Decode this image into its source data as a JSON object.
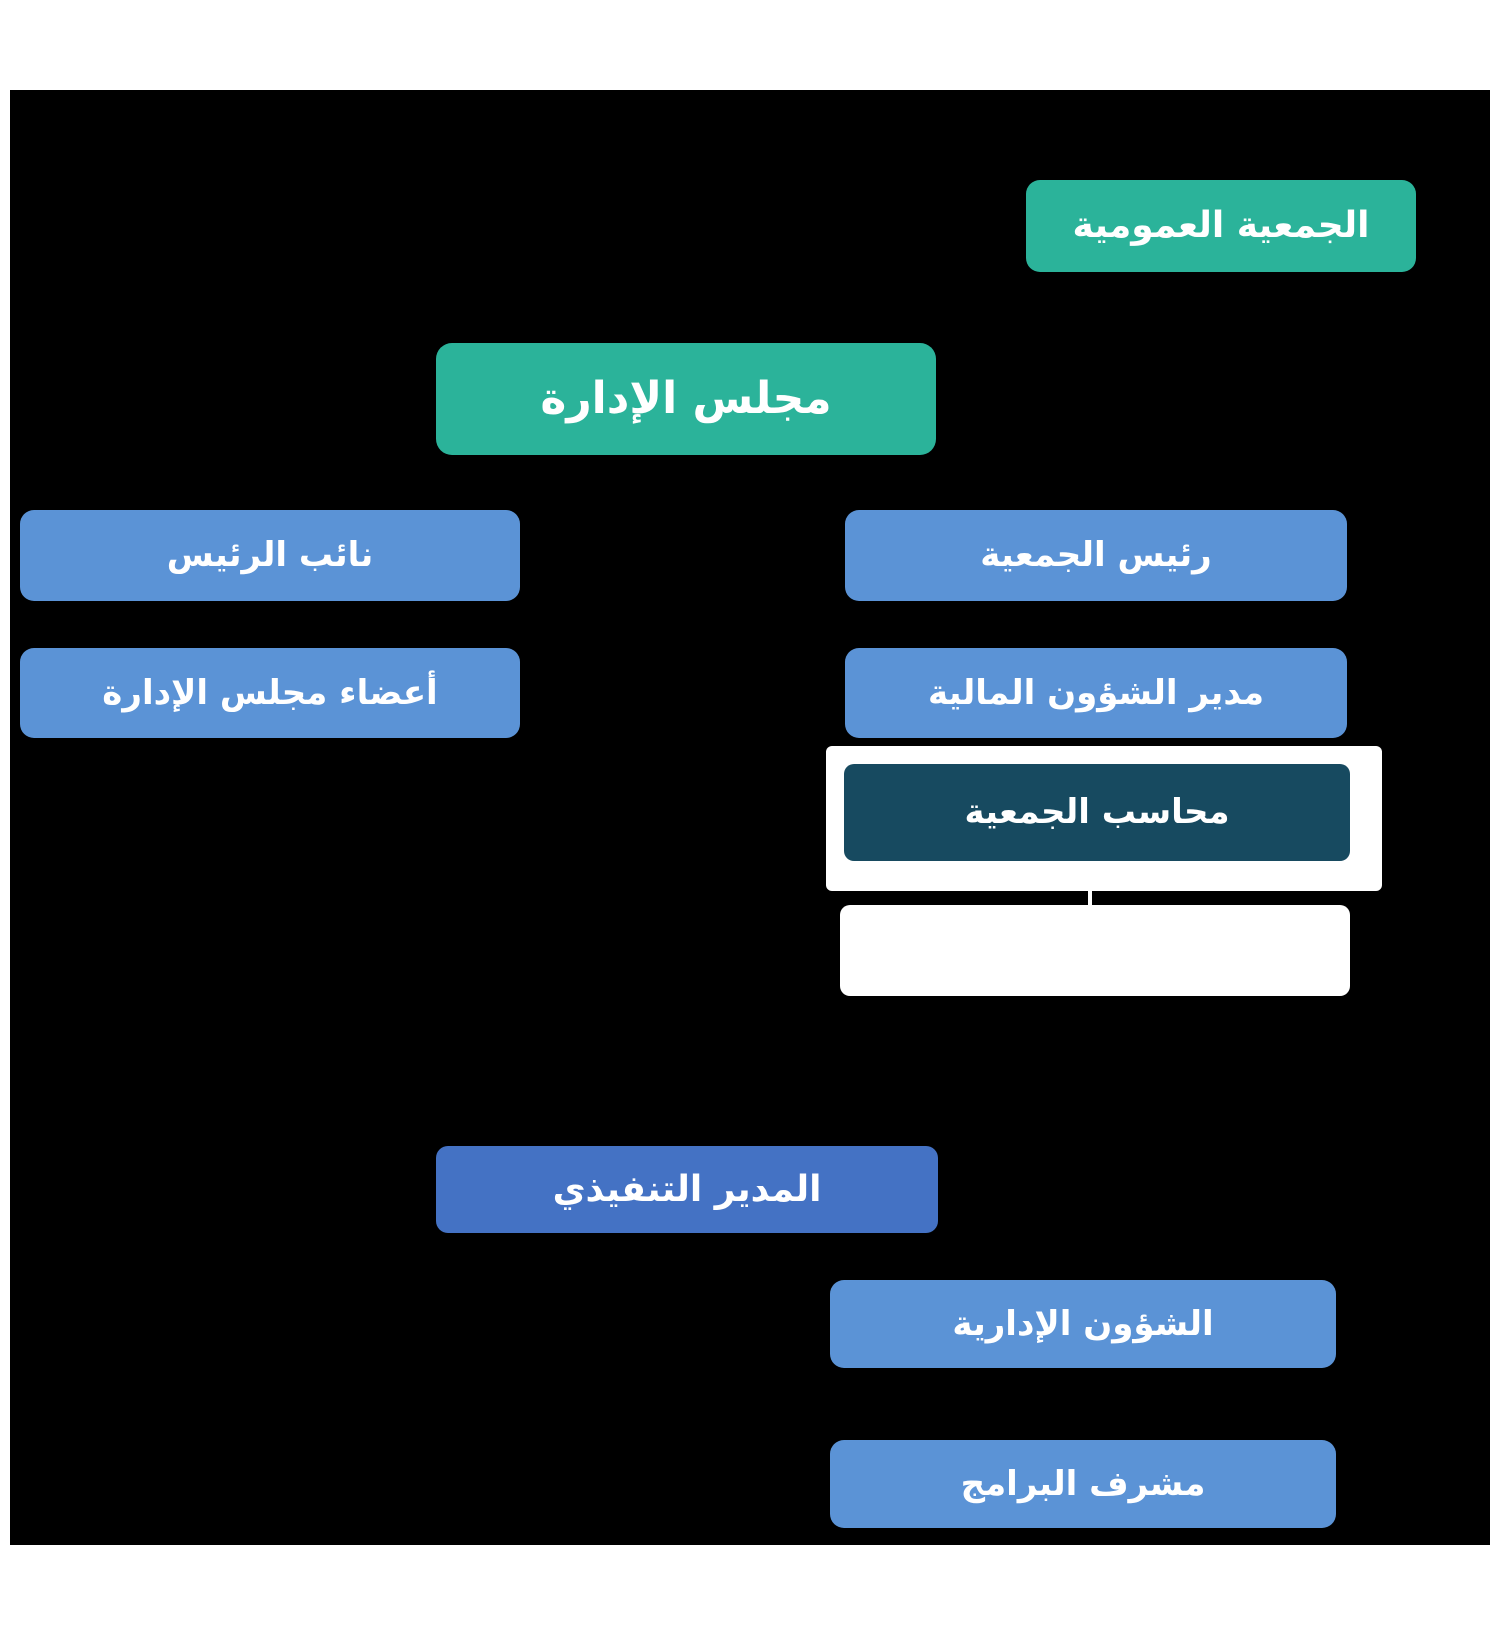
{
  "diagram": {
    "type": "org-chart",
    "language": "ar",
    "background_color": "#000000",
    "colors": {
      "teal": "#2BB39A",
      "blue": "#5B93D6",
      "executive_blue": "#4472C4",
      "dark_teal": "#174A60",
      "frame_white": "#FFFFFF",
      "text": "#FFFFFF"
    },
    "nodes": [
      {
        "id": "general-assembly",
        "label": "الجمعية العمومية"
      },
      {
        "id": "board",
        "label": "مجلس الإدارة"
      },
      {
        "id": "vice-president",
        "label": "نائب الرئيس"
      },
      {
        "id": "board-members",
        "label": "أعضاء مجلس الإدارة"
      },
      {
        "id": "assoc-president",
        "label": "رئيس الجمعية"
      },
      {
        "id": "financial-manager",
        "label": "مدير الشؤون المالية"
      },
      {
        "id": "accountant",
        "label": "محاسب الجمعية"
      },
      {
        "id": "empty-box",
        "label": ""
      },
      {
        "id": "executive-director",
        "label": "المدير التنفيذي"
      },
      {
        "id": "admin-affairs",
        "label": "الشؤون الإدارية"
      },
      {
        "id": "programs-supervisor",
        "label": "مشرف البرامج"
      }
    ]
  }
}
